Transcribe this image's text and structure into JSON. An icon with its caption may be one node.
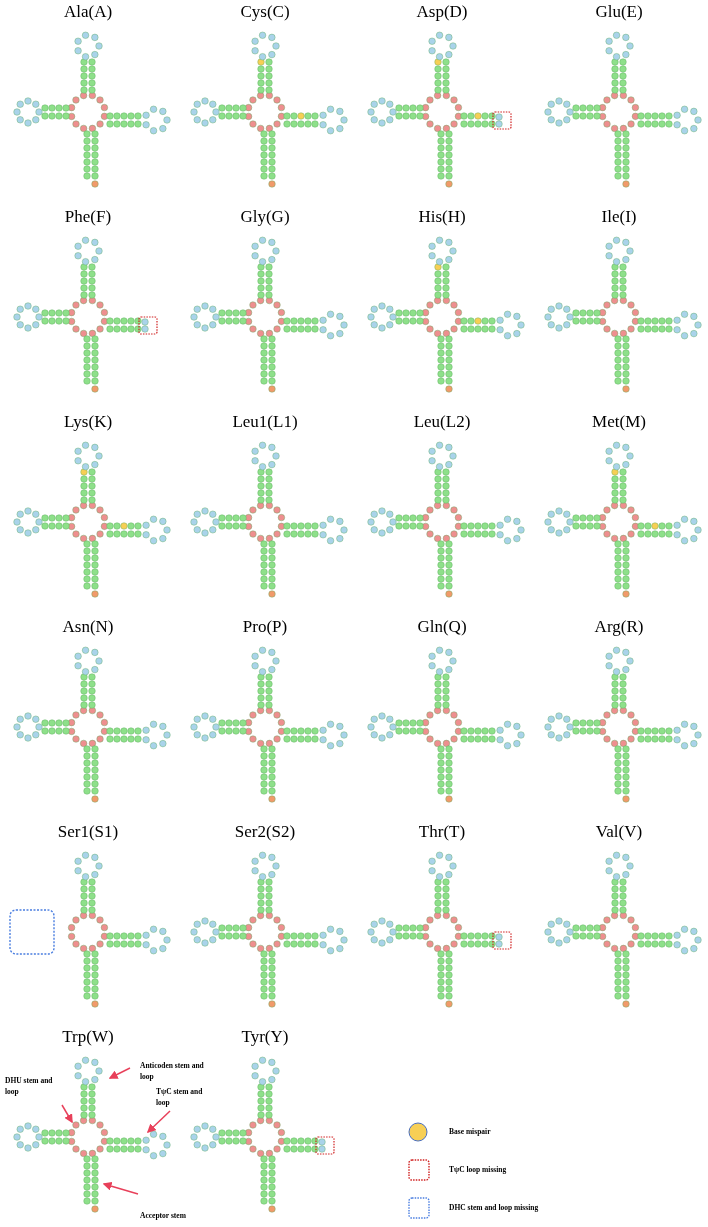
{
  "diagram": {
    "nodes": [
      {
        "text": [
          "Anticoden stem and loop"
        ]
      },
      {
        "text": [
          "DHU stem and loop"
        ]
      },
      {
        "text": [
          "TψC stem and loop"
        ]
      },
      {
        "text": [
          "Acceptor stem"
        ]
      }
    ],
    "edges": [
      {
        "from": 0,
        "to": null,
        "arrow": "to",
        "color": "#e8405a"
      },
      {
        "from": 1,
        "to": null,
        "arrow": "to",
        "color": "#e8405a"
      },
      {
        "from": 2,
        "to": null,
        "arrow": "to",
        "color": "#e8405a"
      },
      {
        "from": 3,
        "to": null,
        "arrow": "to",
        "color": "#e8405a"
      }
    ],
    "labels": [
      "Ala(A)",
      "Cys(C)",
      "Asp(D)",
      "Glu(E)",
      "Phe(F)",
      "Gly(G)",
      "His(H)",
      "Ile(I)",
      "Lys(K)",
      "Leu1(L1)",
      "Leu(L2)",
      "Met(M)",
      "Asn(N)",
      "Pro(P)",
      "Gln(Q)",
      "Arg(R)",
      "Ser1(S1)",
      "Ser2(S2)",
      "Thr(T)",
      "Val(V)",
      "Trp(W)",
      "Tyr(Y)"
    ],
    "legend": [
      {
        "text": "Base mispair"
      },
      {
        "text": "TψC loop missing"
      },
      {
        "text": "DHC stem and loop missing"
      }
    ]
  }
}
